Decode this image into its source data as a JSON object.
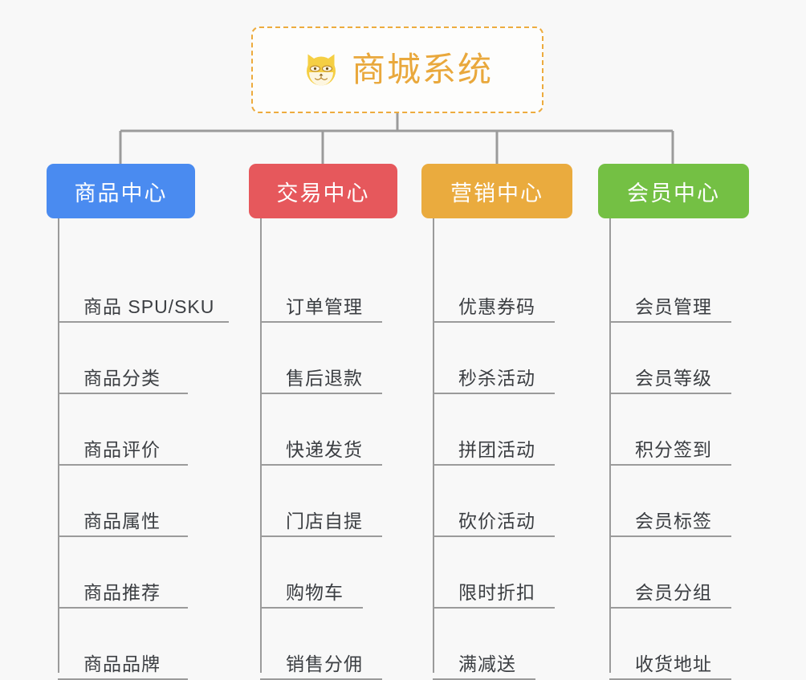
{
  "page": {
    "background_color": "#f8f8f8",
    "line_color": "#9b9b9b"
  },
  "root": {
    "title": "商城系统",
    "icon": "shiba-dog-face-icon",
    "text_color": "#e9a83c",
    "border_color": "#edab3e",
    "background_color": "#fdfdfc"
  },
  "branches": [
    {
      "label": "商品中心",
      "color": "#4a8bf0",
      "items": [
        "商品 SPU/SKU",
        "商品分类",
        "商品评价",
        "商品属性",
        "商品推荐",
        "商品品牌"
      ]
    },
    {
      "label": "交易中心",
      "color": "#e6585c",
      "items": [
        "订单管理",
        "售后退款",
        "快递发货",
        "门店自提",
        "购物车",
        "销售分佣"
      ]
    },
    {
      "label": "营销中心",
      "color": "#eaab3e",
      "items": [
        "优惠券码",
        "秒杀活动",
        "拼团活动",
        "砍价活动",
        "限时折扣",
        "满减送"
      ]
    },
    {
      "label": "会员中心",
      "color": "#74c044",
      "items": [
        "会员管理",
        "会员等级",
        "积分签到",
        "会员标签",
        "会员分组",
        "收货地址"
      ]
    }
  ]
}
